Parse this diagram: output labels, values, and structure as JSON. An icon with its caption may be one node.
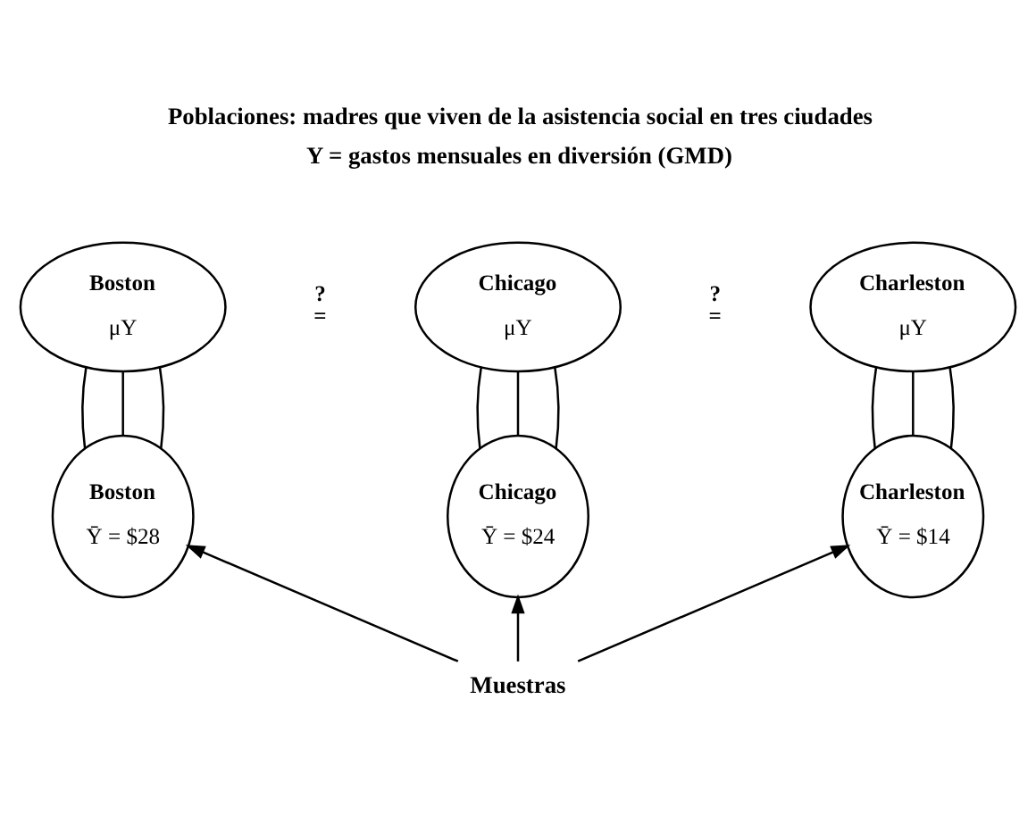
{
  "diagram": {
    "title": "Poblaciones: madres que viven de la asistencia social en tres ciudades",
    "nodes": [
      {
        "text": [
          "Boston",
          "μY"
        ]
      },
      {
        "text": [
          "Chicago",
          "μY"
        ]
      },
      {
        "text": [
          "Charleston",
          "μY"
        ]
      },
      {
        "text": [
          "Boston",
          "Ȳ = $28"
        ]
      },
      {
        "text": [
          "Chicago",
          "Ȳ = $24"
        ]
      },
      {
        "text": [
          "Charleston",
          "Ȳ = $14"
        ]
      },
      {
        "text": [
          "Muestras"
        ]
      }
    ],
    "edges": [
      {
        "from": 0,
        "to": 3,
        "arrow": "none"
      },
      {
        "from": 0,
        "to": 3,
        "arrow": "none"
      },
      {
        "from": 0,
        "to": 3,
        "arrow": "none"
      },
      {
        "from": 1,
        "to": 4,
        "arrow": "none"
      },
      {
        "from": 1,
        "to": 4,
        "arrow": "none"
      },
      {
        "from": 1,
        "to": 4,
        "arrow": "none"
      },
      {
        "from": 2,
        "to": 5,
        "arrow": "none"
      },
      {
        "from": 2,
        "to": 5,
        "arrow": "none"
      },
      {
        "from": 2,
        "to": 5,
        "arrow": "none"
      },
      {
        "from": 6,
        "to": 3,
        "arrow": "to"
      },
      {
        "from": 6,
        "to": 4,
        "arrow": "to"
      },
      {
        "from": 6,
        "to": 5,
        "arrow": "to"
      }
    ],
    "labels": [
      "Y = gastos mensuales en diversión (GMD)",
      "?",
      "=",
      "?",
      "="
    ]
  }
}
